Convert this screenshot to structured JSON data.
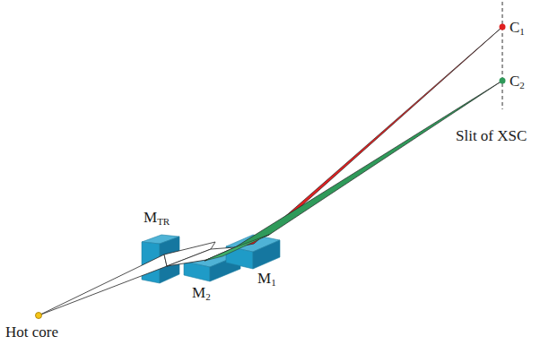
{
  "diagram": {
    "labels": [
      "C1",
      "C2",
      "Slit of XSC",
      "MTR",
      "M2",
      "M1",
      "Hot core"
    ]
  }
}
